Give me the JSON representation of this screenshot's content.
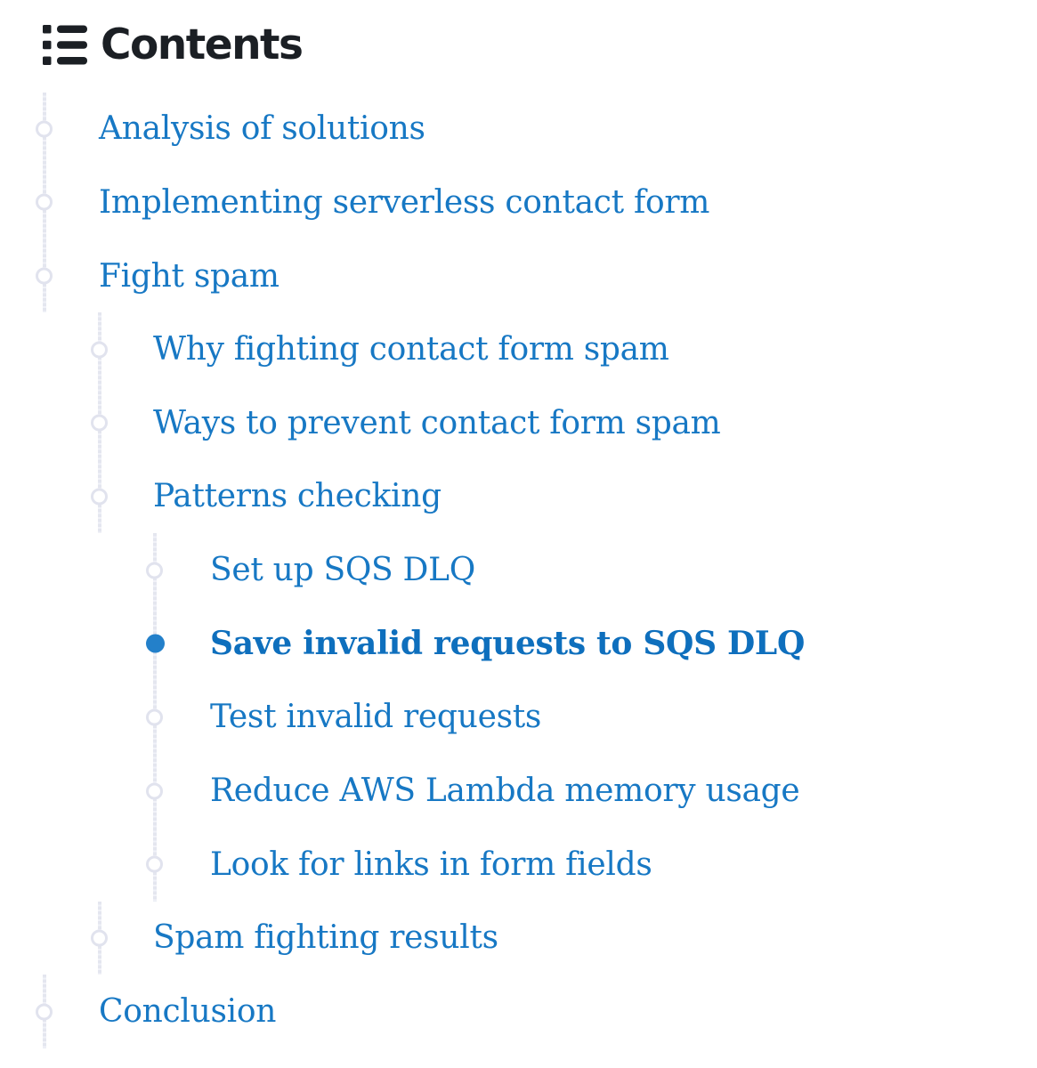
{
  "theme": {
    "background": "#ffffff",
    "heading_color": "#1b1f24",
    "link_color": "#1778c4",
    "active_link_color": "#0e6fbd",
    "rail_color": "#e4e6ef",
    "rail_gap_color": "#f1f2f8",
    "circle_border_color": "#e1e3ee",
    "active_dot_color": "#2380ca"
  },
  "header": {
    "title": "Contents",
    "icon": "list-icon"
  },
  "toc": {
    "items": [
      {
        "label": "Analysis of solutions",
        "level": 1,
        "active": false
      },
      {
        "label": "Implementing serverless contact form",
        "level": 1,
        "active": false
      },
      {
        "label": "Fight spam",
        "level": 1,
        "active": false
      },
      {
        "label": "Why fighting contact form spam",
        "level": 2,
        "active": false
      },
      {
        "label": "Ways to prevent contact form spam",
        "level": 2,
        "active": false
      },
      {
        "label": "Patterns checking",
        "level": 2,
        "active": false
      },
      {
        "label": "Set up SQS DLQ",
        "level": 3,
        "active": false
      },
      {
        "label": "Save invalid requests to SQS DLQ",
        "level": 3,
        "active": true
      },
      {
        "label": "Test invalid requests",
        "level": 3,
        "active": false
      },
      {
        "label": "Reduce AWS Lambda memory usage",
        "level": 3,
        "active": false
      },
      {
        "label": "Look for links in form fields",
        "level": 3,
        "active": false
      },
      {
        "label": "Spam fighting results",
        "level": 2,
        "active": false
      },
      {
        "label": "Conclusion",
        "level": 1,
        "active": false
      }
    ]
  }
}
